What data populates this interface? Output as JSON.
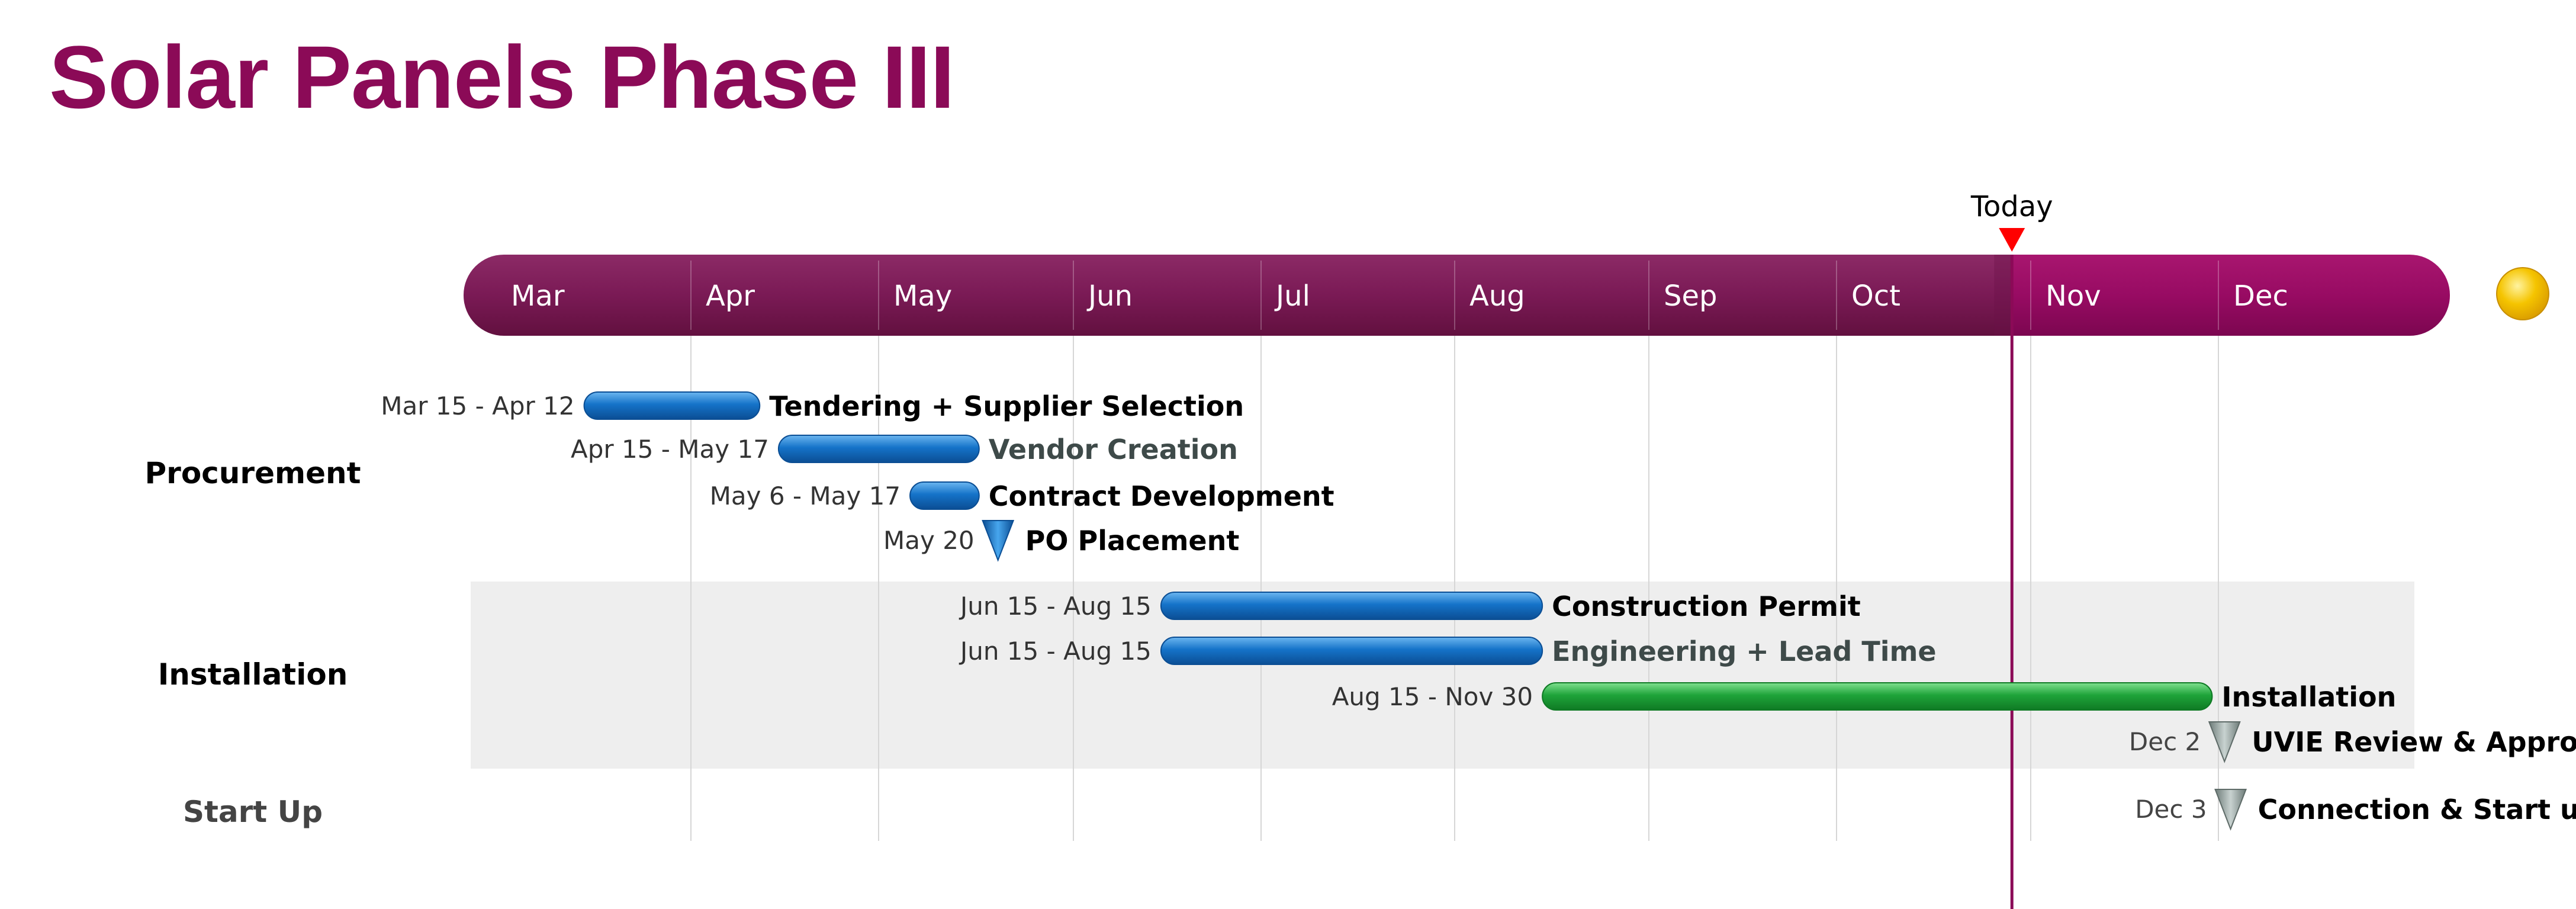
{
  "title": "Solar Panels Phase III",
  "colors": {
    "title": "#8B0A57",
    "timeline_past": "#7A1A55",
    "timeline_future": "#980B63",
    "today_line": "#8B0A57",
    "today_marker": "#FF0000",
    "task_blue": "#1573C9",
    "task_green": "#1FA43A",
    "milestone_blue": "#1E7FC9",
    "milestone_gray": "#9AAAA6",
    "swimlane_bg": "#EEEEEE",
    "gridline": "#D6D6D6",
    "end_marker": "#F5C400"
  },
  "chart_data": {
    "type": "gantt",
    "title": "Solar Panels Phase III",
    "timeline": {
      "months": [
        "Mar",
        "Apr",
        "May",
        "Jun",
        "Jul",
        "Aug",
        "Sep",
        "Oct",
        "Nov",
        "Dec"
      ],
      "range": [
        "Mar 1",
        "Dec 31"
      ],
      "today_label": "Today",
      "today": "Oct 29",
      "end_marker_icon": "yellow-circle-icon"
    },
    "groups": [
      {
        "name": "Procurement",
        "shaded": false,
        "items": [
          {
            "kind": "task",
            "name": "Tendering + Supplier Selection",
            "date_label": "Mar 15 - Apr 12",
            "start": "Mar 15",
            "end": "Apr 12",
            "color": "blue",
            "name_style": "bold-dark"
          },
          {
            "kind": "task",
            "name": "Vendor Creation",
            "date_label": "Apr 15 - May 17",
            "start": "Apr 15",
            "end": "May 17",
            "color": "blue",
            "name_style": "bold-gray"
          },
          {
            "kind": "task",
            "name": "Contract Development",
            "date_label": "May 6 - May 17",
            "start": "May 6",
            "end": "May 17",
            "color": "blue",
            "name_style": "bold-dark"
          },
          {
            "kind": "milestone",
            "name": "PO Placement",
            "date_label": "May 20",
            "date": "May 20",
            "color": "blue",
            "name_style": "bold-dark"
          }
        ]
      },
      {
        "name": "Installation",
        "shaded": true,
        "items": [
          {
            "kind": "task",
            "name": "Construction Permit",
            "date_label": "Jun 15 - Aug 15",
            "start": "Jun 15",
            "end": "Aug 15",
            "color": "blue",
            "name_style": "bold-dark"
          },
          {
            "kind": "task",
            "name": "Engineering + Lead Time",
            "date_label": "Jun 15 - Aug 15",
            "start": "Jun 15",
            "end": "Aug 15",
            "color": "blue",
            "name_style": "bold-gray"
          },
          {
            "kind": "task",
            "name": "Installation",
            "date_label": "Aug 15 - Nov 30",
            "start": "Aug 15",
            "end": "Nov 30",
            "color": "green",
            "name_style": "bold-dark"
          },
          {
            "kind": "milestone",
            "name": "UVIE Review & Approval",
            "date_label": "Dec 2",
            "date": "Dec 2",
            "color": "gray",
            "name_style": "bold-dark"
          }
        ]
      },
      {
        "name": "Start Up",
        "shaded": false,
        "items": [
          {
            "kind": "milestone",
            "name": "Connection & Start up",
            "date_label": "Dec 3",
            "date": "Dec 3",
            "color": "gray",
            "name_style": "bold-dark"
          }
        ]
      }
    ]
  }
}
